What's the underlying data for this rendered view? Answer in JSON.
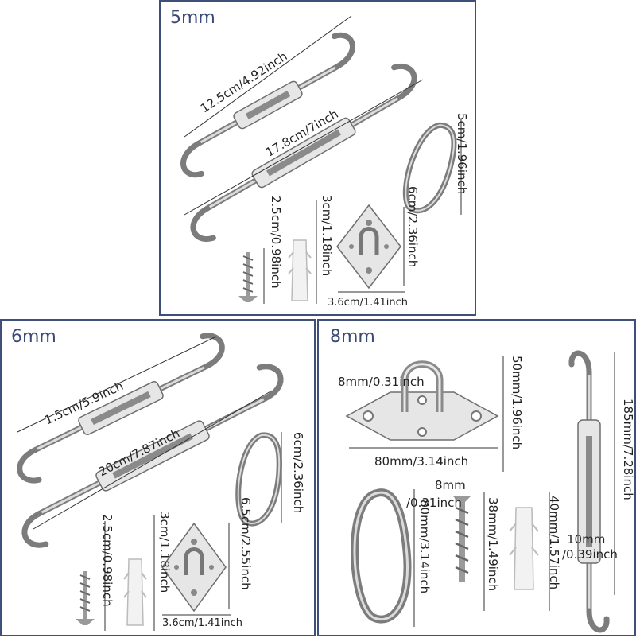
{
  "panels": {
    "p5": {
      "title": "5mm",
      "turnbuckle_short": "12.5cm/4.92inch",
      "turnbuckle_long": "17.8cm/7inch",
      "carabiner_width": "5cm/1.96inch",
      "carabiner_length": "6cm/2.36inch",
      "screw": "2.5cm/0.98inch",
      "anchor": "3cm/1.18inch",
      "pad_eye": "3.6cm/1.41inch"
    },
    "p6": {
      "title": "6mm",
      "turnbuckle_short": "1.5cm/5.9inch",
      "turnbuckle_long": "20cm/7.87inch",
      "carabiner_width": "6cm/2.36inch",
      "carabiner_length": "6.5cm/2.55inch",
      "screw": "2.5cm/0.98inch",
      "anchor": "3cm/1.18inch",
      "pad_eye": "3.6cm/1.41inch"
    },
    "p8": {
      "title": "8mm",
      "pad_ring": "8mm/0.31inch",
      "pad_height": "50mm/1.96inch",
      "pad_width": "80mm/3.14inch",
      "turnbuckle_length": "185mm/7.28inch",
      "turnbuckle_hook": "10mm",
      "turnbuckle_hook_in": "/0.39inch",
      "carabiner_length": "80mm/3.14inch",
      "screw_dia": "8mm",
      "screw_dia_in": "/0.31inch",
      "screw_length": "38mm/1.49inch",
      "anchor_length": "40mm/1.57inch"
    }
  },
  "colors": {
    "border": "#3f4f7a",
    "title": "#3a4a72",
    "metal": "#e6e6e6",
    "outline": "#6e6e6e"
  }
}
